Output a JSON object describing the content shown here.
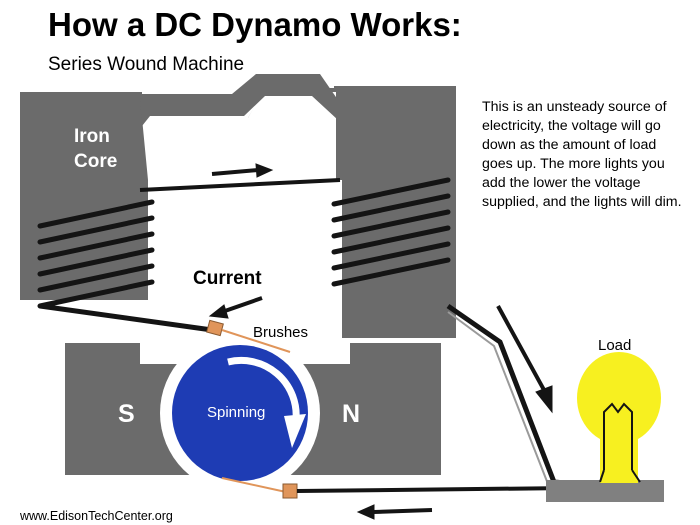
{
  "title": "How a DC Dynamo Works:",
  "subtitle": "Series Wound Machine",
  "description": "This is an unsteady source of electricity, the voltage will go down as the amount of load goes up. The more lights you add the lower the voltage supplied, and the lights will dim.",
  "labels": {
    "iron_core_line1": "Iron",
    "iron_core_line2": "Core",
    "current": "Current",
    "brushes": "Brushes",
    "load": "Load",
    "pole_south": "S",
    "pole_north": "N",
    "spinning": "Spinning"
  },
  "footer": "www.EdisonTechCenter.org",
  "colors": {
    "iron_core": "#6b6b6b",
    "rotor": "#1e3cb4",
    "wire": "#141414",
    "brush": "#e0955a",
    "bulb": "#f7f020",
    "base": "#808080"
  },
  "icons": [
    "arrow-icon",
    "bulb-icon",
    "rotation-arrow-icon"
  ]
}
